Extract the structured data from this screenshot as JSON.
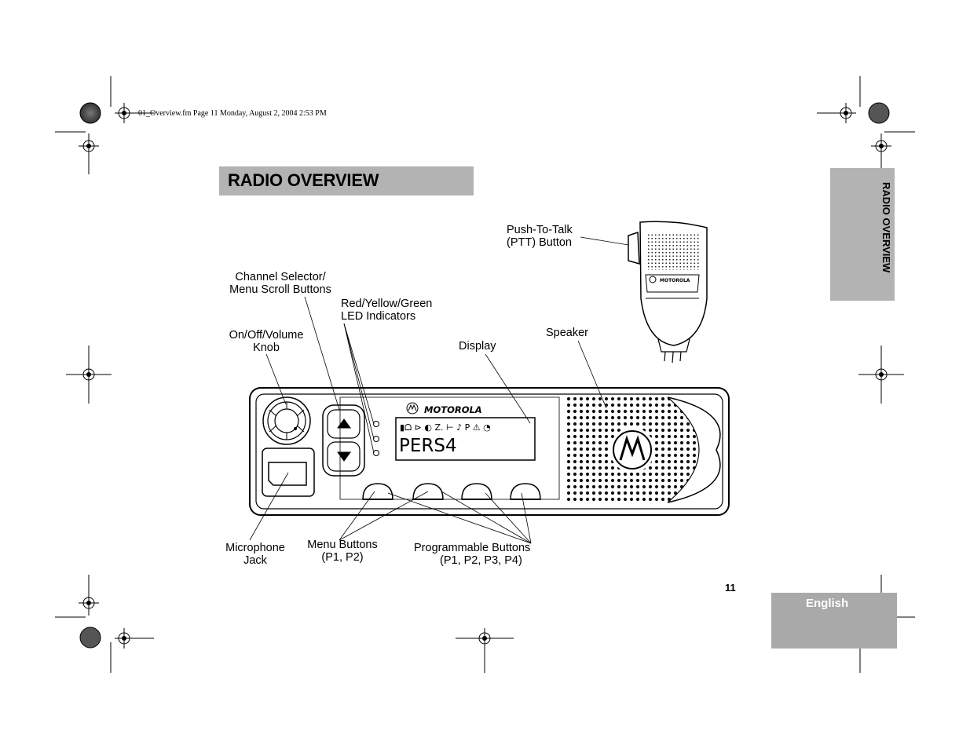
{
  "header": {
    "file_info": "01_Overview.fm  Page 11  Monday, August 2, 2004  2:53 PM"
  },
  "section_title": "RADIO OVERVIEW",
  "side_tab": "RADIO OVERVIEW",
  "language_tab": "English",
  "page_number": "11",
  "radio": {
    "brand": "MOTOROLA",
    "display_text": "PERS4",
    "mic_brand": "MOTOROLA"
  },
  "callouts": {
    "ptt": [
      "Push-To-Talk",
      "(PTT) Button"
    ],
    "channel_selector": [
      "Channel Selector/",
      "Menu Scroll Buttons"
    ],
    "led": [
      "Red/Yellow/Green",
      "LED Indicators"
    ],
    "volume": [
      "On/Off/Volume",
      "Knob"
    ],
    "display": [
      "Display"
    ],
    "speaker": [
      "Speaker"
    ],
    "mic_jack": [
      "Microphone",
      "Jack"
    ],
    "menu_buttons": [
      "Menu Buttons",
      "(P1, P2)"
    ],
    "prog_buttons": [
      "Programmable Buttons",
      "(P1, P2, P3, P4)"
    ]
  }
}
